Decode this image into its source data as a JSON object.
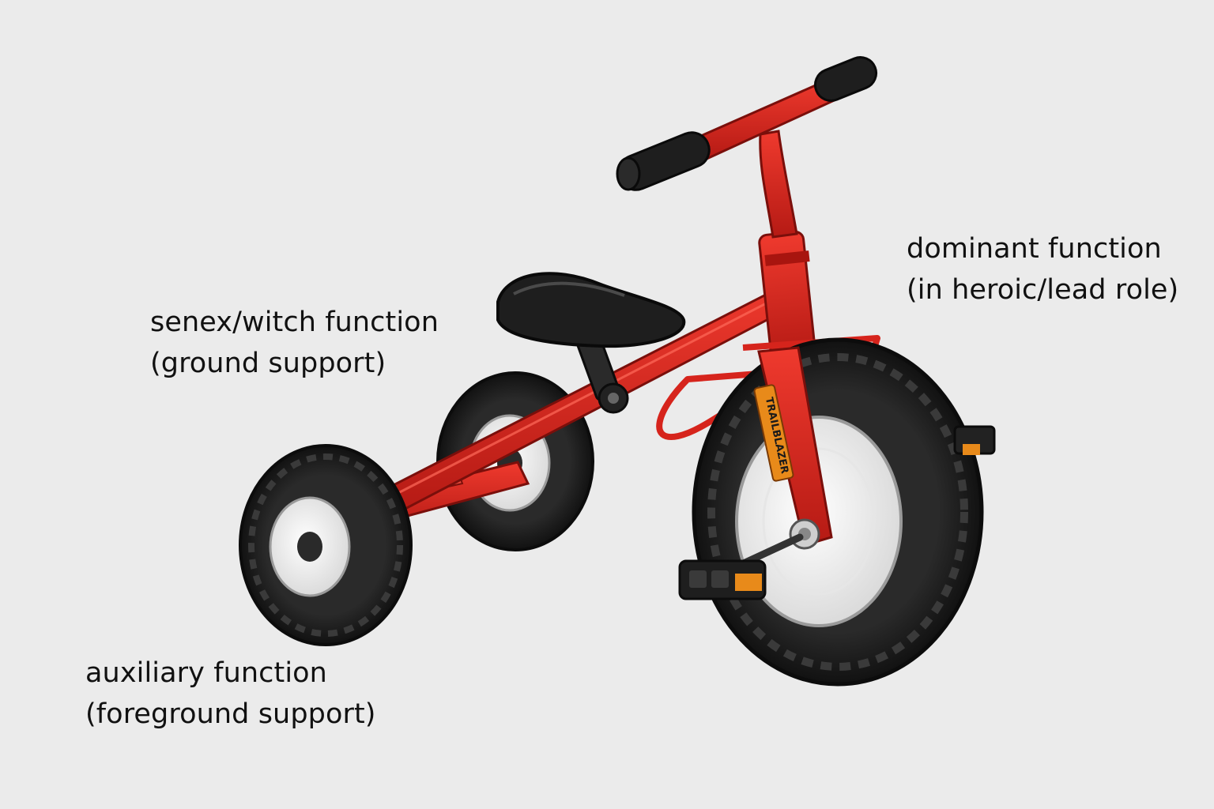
{
  "labels": {
    "senex": {
      "line1": "senex/witch function",
      "line2": "(ground support)"
    },
    "dominant": {
      "line1": "dominant function",
      "line2": "(in heroic/lead role)"
    },
    "auxiliary": {
      "line1": "auxiliary function",
      "line2": "(foreground support)"
    }
  },
  "tricycle": {
    "brand_text": "TRAILBLAZER"
  },
  "colors": {
    "background": "#ebebeb",
    "frame_red": "#d6241c",
    "tire_black": "#1c1c1c",
    "hub_white": "#f4f4f4",
    "reflector_orange": "#e88a1a"
  }
}
